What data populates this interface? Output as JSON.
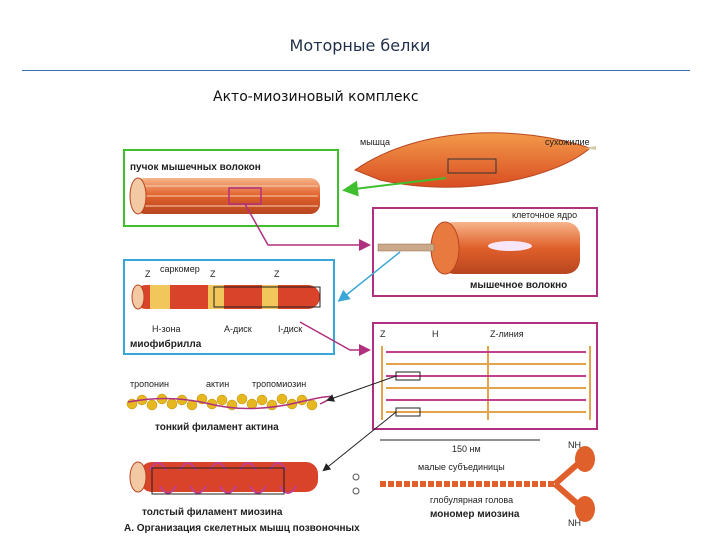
{
  "page": {
    "title": "Моторные белки",
    "subtitle": "Акто-миозиновый комплекс"
  },
  "figure": {
    "muscle": "мышца",
    "tendon": "сухожилие",
    "bundle": "пучок мышечных волокон",
    "nucleus": "клеточное ядро",
    "fiber": "мышечное волокно",
    "z1": "Z",
    "sarcomere": "саркомер",
    "z2": "Z",
    "z3": "Z",
    "h_zone": "Н-зона",
    "a_disc": "А-диск",
    "i_disc": "I-диск",
    "myofibril": "миофибрилла",
    "sz": "Z",
    "sh": "H",
    "z_line": "Z-линия",
    "troponin": "тропонин",
    "actin": "актин",
    "tropomyosin": "тропомиозин",
    "thin_filament": "тонкий филамент актина",
    "thick_filament": "толстый филамент миозина",
    "nm": "150 нм",
    "small_subunits": "малые субъединицы",
    "globular_head": "глобулярная голова",
    "myosin_monomer": "мономер миозина",
    "nh_top": "NH",
    "nh_bottom": "NH",
    "caption": "А. Организация скелетных мышц позвоночных"
  },
  "colors": {
    "green": "#3fbf2e",
    "magenta": "#b0307f",
    "cyan": "#3aa7d6",
    "muscle": "#e0602b",
    "actin_bead": "#e6b71e"
  }
}
